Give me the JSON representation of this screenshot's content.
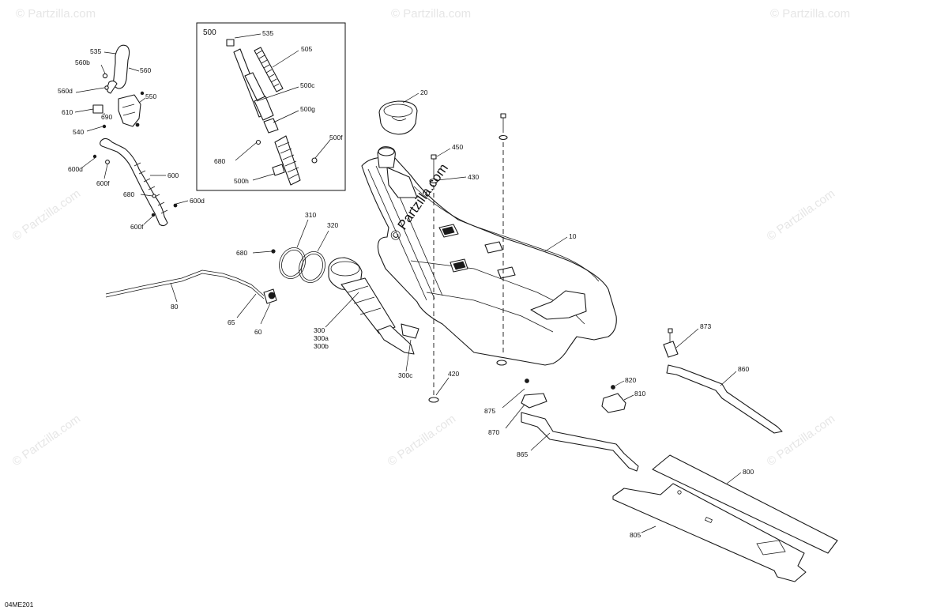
{
  "diagram_id": "04ME201",
  "inset_title": "500",
  "watermark": "© Partzilla.com",
  "watermark_center": "© Partzilla.com",
  "callouts": {
    "c535a": "535",
    "c560b": "560b",
    "c560": "560",
    "c560d": "560d",
    "c550": "550",
    "c610": "610",
    "c690": "690",
    "c540": "540",
    "c600": "600",
    "c600d_a": "600d",
    "c600f_a": "600f",
    "c680_a": "680",
    "c600d_b": "600d",
    "c600f_b": "600f",
    "c535b": "535",
    "c505": "505",
    "c500c": "500c",
    "c500g": "500g",
    "c680_b": "680",
    "c500f": "500f",
    "c500h": "500h",
    "c20": "20",
    "c450": "450",
    "c430": "430",
    "c10": "10",
    "c310": "310",
    "c320": "320",
    "c680_c": "680",
    "c80": "80",
    "c65": "65",
    "c60": "60",
    "c300": "300",
    "c300a": "300a",
    "c300b": "300b",
    "c300c": "300c",
    "c420": "420",
    "c873": "873",
    "c860": "860",
    "c820": "820",
    "c810": "810",
    "c875": "875",
    "c870": "870",
    "c865": "865",
    "c800": "800",
    "c805": "805"
  }
}
